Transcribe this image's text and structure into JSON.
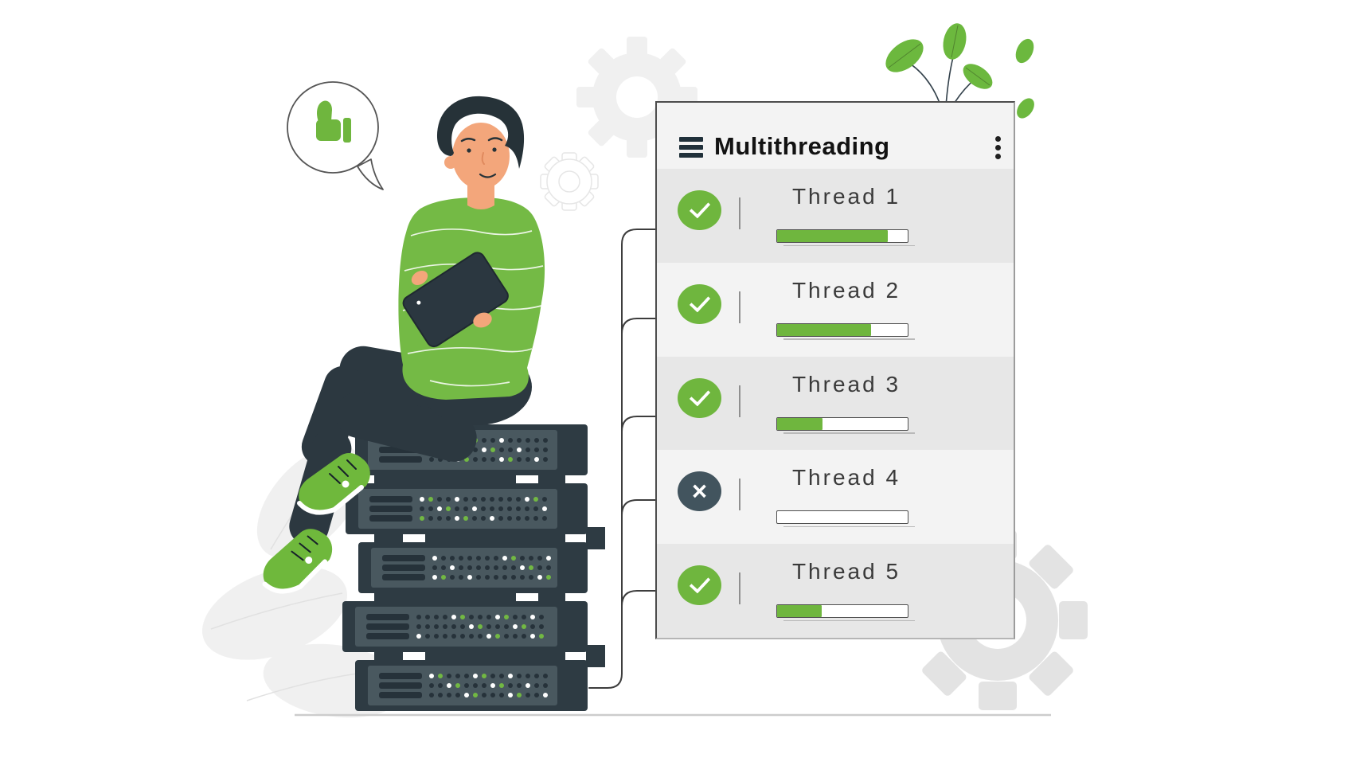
{
  "panel": {
    "title": "Multithreading",
    "header_icons": {
      "menu": "hamburger-icon",
      "more": "kebab-menu-icon"
    },
    "threads": [
      {
        "name": "Thread 1",
        "status": "completed",
        "progress": 85
      },
      {
        "name": "Thread 2",
        "status": "completed",
        "progress": 72
      },
      {
        "name": "Thread 3",
        "status": "completed",
        "progress": 35
      },
      {
        "name": "Thread 4",
        "status": "failed",
        "progress": 0
      },
      {
        "name": "Thread 5",
        "status": "completed",
        "progress": 34
      }
    ]
  },
  "illustration": {
    "elements": [
      "person-sitting-on-server-stack-holding-tablet",
      "thumbs-up-speech-bubble",
      "server-rack-stack-5-units",
      "connection-lines-from-servers-to-panel",
      "background-gears",
      "green-plant-leaves-top-right",
      "gray-leaves-bottom-left",
      "ground-baseline"
    ],
    "colors": {
      "accent_green": "#6fb63e",
      "sweater_green": "#74ba45",
      "leaf_green": "#6cb83e",
      "dark_slate": "#2e3b43",
      "server_front": "#49585f",
      "status_fail_slate": "#42545e",
      "panel_bg": "#f3f3f3",
      "row_alt_bg": "#e7e7e7",
      "background_gray": "#efefef",
      "line_dark": "#3d3d3d"
    }
  }
}
